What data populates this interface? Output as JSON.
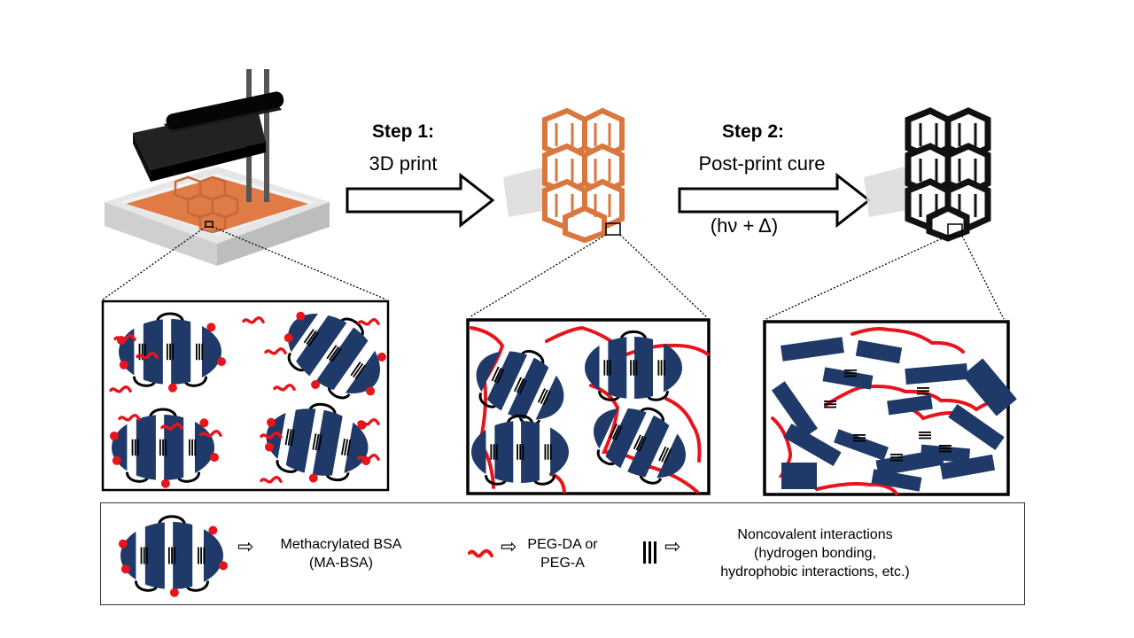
{
  "figure": {
    "steps": [
      {
        "title": "Step 1:",
        "label": "3D print",
        "sublabel": ""
      },
      {
        "title": "Step 2:",
        "label": "Post-print cure",
        "sublabel": "(hν + Δ)"
      }
    ],
    "stages": [
      {
        "name": "printer-vat",
        "resin_color": "#e07b45"
      },
      {
        "name": "printed-lattice",
        "color": "#d9773f"
      },
      {
        "name": "cured-lattice",
        "color": "#111111"
      }
    ],
    "panels": [
      {
        "name": "uncured-resin-panel",
        "description": "MA-BSA proteins dispersed with free PEG"
      },
      {
        "name": "printed-network-panel",
        "description": "MA-BSA crosslinked via PEG chains"
      },
      {
        "name": "cured-network-panel",
        "description": "Unfolded protein segments with PEG network"
      }
    ],
    "legend": {
      "items": [
        {
          "symbol": "ma-bsa-icon",
          "line1": "Methacrylated BSA",
          "line2": "(MA-BSA)"
        },
        {
          "symbol": "peg-squiggle-icon",
          "line1": "PEG-DA or",
          "line2": "PEG-A"
        },
        {
          "symbol": "noncovalent-bars-icon",
          "line1": "Noncovalent interactions",
          "line2": "(hydrogen bonding,",
          "line3": "hydrophobic interactions, etc.)"
        }
      ],
      "arrow_symbol": "⇨"
    },
    "colors": {
      "protein": "#1f3a68",
      "peg": "#e8141c",
      "bond": "#000000",
      "vat": "#d8d8d8"
    }
  }
}
